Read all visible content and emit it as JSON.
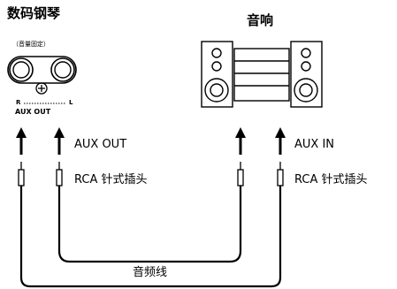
{
  "piano": {
    "title": "数码钢琴",
    "volume_note": "（音量固定）",
    "jack_r": "R",
    "jack_l": "L",
    "aux_out_small": "AUX OUT"
  },
  "stereo": {
    "title": "音响"
  },
  "labels": {
    "aux_out": "AUX OUT",
    "rca_left": "RCA 针式插头",
    "aux_in": "AUX IN",
    "rca_right": "RCA 针式插头",
    "cable": "音频线"
  }
}
